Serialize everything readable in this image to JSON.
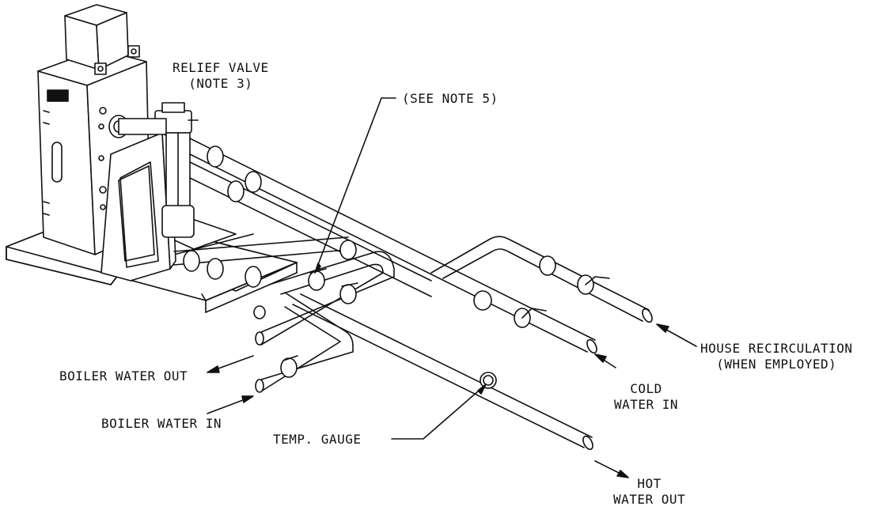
{
  "labels": {
    "relief_valve": [
      "RELIEF VALVE",
      "(NOTE 3)"
    ],
    "see_note": "(SEE NOTE 5)",
    "house_recirc": [
      "HOUSE RECIRCULATION",
      "(WHEN EMPLOYED)"
    ],
    "boiler_out": "BOILER WATER OUT",
    "boiler_in": "BOILER WATER IN",
    "cold_water": [
      "COLD",
      "WATER IN"
    ],
    "temp_gauge": "TEMP. GAUGE",
    "hot_water": [
      "HOT",
      "WATER OUT"
    ]
  },
  "colors": {
    "stroke": "#111111",
    "fill": "#ffffff"
  }
}
